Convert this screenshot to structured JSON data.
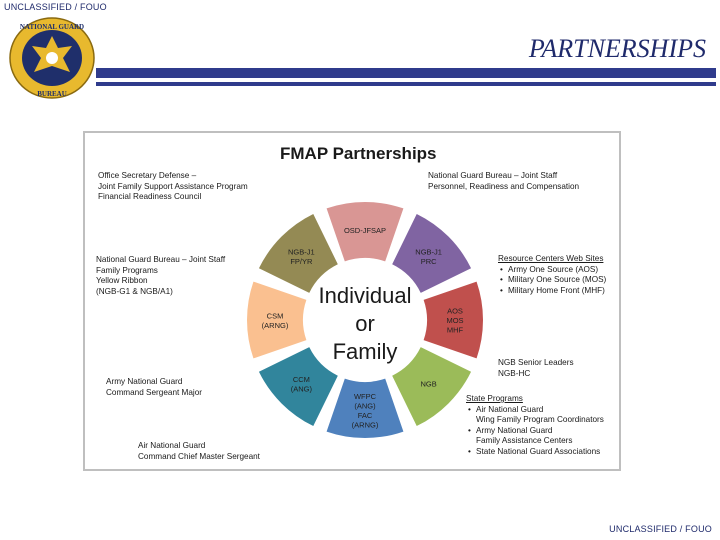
{
  "header": {
    "classification_top": "UNCLASSIFIED / FOUO",
    "title": "PARTNERSHIPS",
    "seal_text_top": "NATIONAL GUARD",
    "seal_text_bottom": "BUREAU"
  },
  "footer": {
    "classification_bottom": "UNCLASSIFIED / FOUO"
  },
  "diagram": {
    "title": "FMAP Partnerships",
    "center_lines": [
      "Individual",
      "or",
      "Family"
    ],
    "segments": [
      {
        "lines": [
          "OSD-JFSAP"
        ],
        "color": "#d99694"
      },
      {
        "lines": [
          "NGB-J1",
          "PRC"
        ],
        "color": "#8064a2"
      },
      {
        "lines": [
          "AOS",
          "MOS",
          "MHF"
        ],
        "color": "#c0504d"
      },
      {
        "lines": [
          "NGB"
        ],
        "color": "#9bbb59"
      },
      {
        "lines": [
          "WFPC",
          "(ANG)",
          "FAC",
          "(ARNG)"
        ],
        "color": "#4f81bd"
      },
      {
        "lines": [
          "CCM",
          "(ANG)"
        ],
        "color": "#31859c"
      },
      {
        "lines": [
          "CSM",
          "(ARNG)"
        ],
        "color": "#fac090"
      },
      {
        "lines": [
          "NGB-J1",
          "FP/YR"
        ],
        "color": "#948a54"
      }
    ],
    "notes": {
      "osd": [
        "Office Secretary Defense –",
        "Joint Family Support Assistance Program",
        "Financial Readiness Council"
      ],
      "ngb_j1": [
        "National Guard Bureau – Joint Staff",
        "Personnel, Readiness and Compensation"
      ],
      "family_programs": [
        "National Guard Bureau – Joint Staff",
        "Family Programs",
        "Yellow Ribbon",
        "(NGB-G1 & NGB/A1)"
      ],
      "csm": [
        "Army National Guard",
        "Command Sergeant Major"
      ],
      "ccm": [
        "Air National Guard",
        "Command Chief Master Sergeant"
      ],
      "resource_title": "Resource Centers Web Sites",
      "resource_items": [
        "Army One Source (AOS)",
        "Military One Source (MOS)",
        "Military Home Front (MHF)"
      ],
      "ngb_leaders": [
        "NGB Senior Leaders",
        "NGB-HC"
      ],
      "state_title": "State Programs",
      "state_items": [
        "Air National Guard",
        "Wing Family Program Coordinators",
        "Army National Guard",
        "Family Assistance Centers",
        "State National Guard Associations"
      ]
    }
  }
}
